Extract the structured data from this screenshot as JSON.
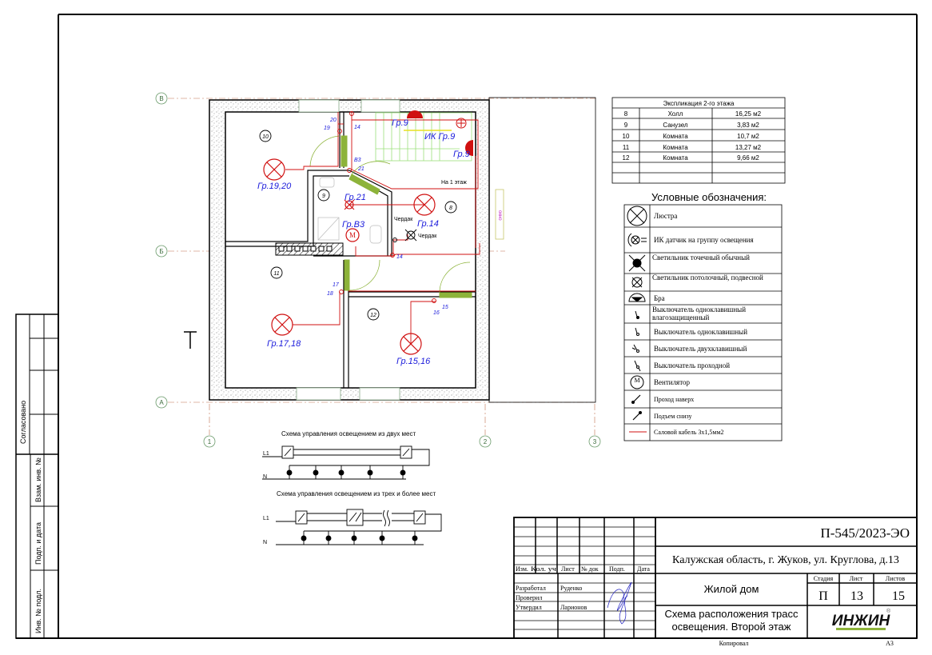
{
  "stamp": {
    "agreed": "Согласовано",
    "replace_inv": "Взам. инв. №",
    "sign_date": "Подп. и дата",
    "inv_orig": "Инв. № подл."
  },
  "axes": {
    "rows": [
      "В",
      "Б",
      "А"
    ],
    "cols": [
      "1",
      "2",
      "3"
    ]
  },
  "plan": {
    "rooms": [
      "10",
      "9",
      "8",
      "11",
      "12"
    ],
    "groups": {
      "g1920": "Гр.19,20",
      "g21": "Гр.21",
      "gB3": "Гр.В3",
      "g14": "Гр.14",
      "g9a": "Гр.9",
      "g9b": "Гр.9",
      "ik9": "ИК Гр.9",
      "g1718": "Гр.17,18",
      "g1516": "Гр.15,16"
    },
    "switch_nums": {
      "n20": "20",
      "n19": "19",
      "n14a": "14",
      "nB3": "В3",
      "n21": "21",
      "n14b": "14",
      "n17": "17",
      "n18": "18",
      "n15": "15",
      "n16": "16"
    },
    "to_floor1": "На 1 этаж",
    "attic1": "Чердак",
    "attic2": "Чердак",
    "window": "окно",
    "fan_letter": "M"
  },
  "explication": {
    "title": "Экспликация 2-го этажа",
    "rows": [
      {
        "num": "8",
        "name": "Холл",
        "area": "16,25 м2"
      },
      {
        "num": "9",
        "name": "Санузел",
        "area": "3,83 м2"
      },
      {
        "num": "10",
        "name": "Комната",
        "area": "10,7 м2"
      },
      {
        "num": "11",
        "name": "Комната",
        "area": "13,27 м2"
      },
      {
        "num": "12",
        "name": "Комната",
        "area": "9,66 м2"
      }
    ]
  },
  "legend": {
    "title": "Условные обозначения:",
    "items": [
      "Люстра",
      "ИК датчик на группу освещения",
      "Светильник точечный обычный",
      "Светильник потолочный, подвесной",
      "Бра",
      "Выключатель одноклавишный влагозащищенный",
      "Выключатель одноклавишный",
      "Выключатель двухклавишный",
      "Выключатель проходной",
      "Вентилятор",
      "Проход наверх",
      "Подъем снизу",
      "Саловой кабель 3х1,5мм2"
    ]
  },
  "schemes": {
    "two_places": "Схема управления освещением из двух мест",
    "three_places": "Схема управления освещением из трех и более мест",
    "l1": "L1",
    "n": "N"
  },
  "title_block": {
    "code": "П-545/2023-ЭО",
    "address": "Калужская область, г. Жуков, ул. Круглова, д.13",
    "object": "Жилой дом",
    "sheet_title_1": "Схема расположения трасс",
    "sheet_title_2": "освещения. Второй этаж",
    "headers": {
      "izm": "Изм.",
      "kol": "Кол. уч",
      "list": "Лист",
      "doc": "№ док",
      "podp": "Подп.",
      "date": "Дата"
    },
    "roles": [
      {
        "role": "Разработал",
        "name": "Руденко"
      },
      {
        "role": "Проверил",
        "name": ""
      },
      {
        "role": "Утвердил",
        "name": "Ларионов"
      }
    ],
    "stage_label": "Стадия",
    "sheet_label": "Лист",
    "sheets_label": "Листов",
    "stage": "П",
    "sheet": "13",
    "sheets": "15",
    "logo": "ИНЖИН",
    "copied": "Копировал",
    "format": "А3"
  },
  "colors": {
    "wire": "#d01010",
    "label": "#1a1adb",
    "door_green": "#8db33a",
    "stairs": "#9be07a"
  }
}
